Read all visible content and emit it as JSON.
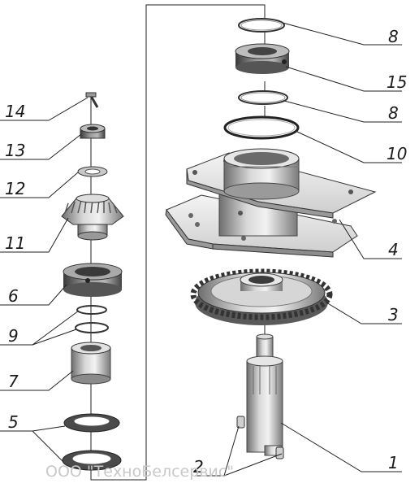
{
  "diagram": {
    "callouts": [
      {
        "id": "8a",
        "text": "8"
      },
      {
        "id": "15",
        "text": "15"
      },
      {
        "id": "8b",
        "text": "8"
      },
      {
        "id": "10",
        "text": "10"
      },
      {
        "id": "4",
        "text": "4"
      },
      {
        "id": "3",
        "text": "3"
      },
      {
        "id": "1",
        "text": "1"
      },
      {
        "id": "2",
        "text": "2"
      },
      {
        "id": "14",
        "text": "14"
      },
      {
        "id": "13",
        "text": "13"
      },
      {
        "id": "12",
        "text": "12"
      },
      {
        "id": "11",
        "text": "11"
      },
      {
        "id": "6",
        "text": "6"
      },
      {
        "id": "9",
        "text": "9"
      },
      {
        "id": "7",
        "text": "7"
      },
      {
        "id": "5",
        "text": "5"
      }
    ],
    "watermark": "ООО \"ТехноБелсервис\""
  }
}
